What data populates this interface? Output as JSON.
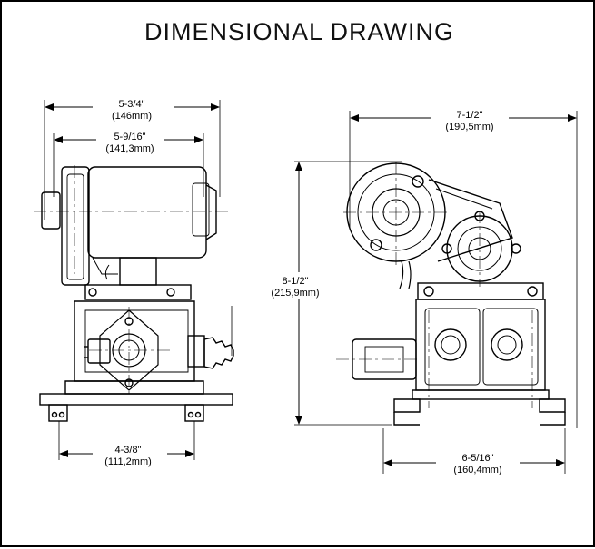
{
  "title": "DIMENSIONAL DRAWING",
  "dimensions": {
    "side_overall_width": {
      "inch": "5-3/4\"",
      "mm": "(146mm)"
    },
    "side_body_width": {
      "inch": "5-9/16\"",
      "mm": "(141,3mm)"
    },
    "side_base_width": {
      "inch": "4-3/8\"",
      "mm": "(111,2mm)"
    },
    "end_overall_width": {
      "inch": "7-1/2\"",
      "mm": "(190,5mm)"
    },
    "end_height": {
      "inch": "8-1/2\"",
      "mm": "(215,9mm)"
    },
    "end_foot_width": {
      "inch": "6-5/16\"",
      "mm": "(160,4mm)"
    }
  }
}
